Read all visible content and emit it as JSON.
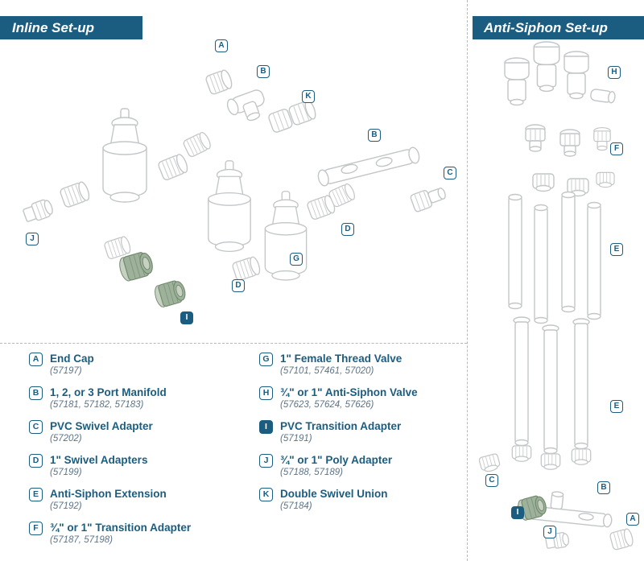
{
  "colors": {
    "accent": "#1a5d80",
    "highlight_green": "#9eb29b",
    "line_art": "#c2c6c8"
  },
  "banners": {
    "inline": "Inline Set-up",
    "anti_siphon": "Anti-Siphon Set-up"
  },
  "legend": {
    "left": [
      {
        "letter": "A",
        "name": "End Cap",
        "numbers": "(57197)",
        "filled": false
      },
      {
        "letter": "B",
        "name": "1, 2, or 3 Port Manifold",
        "numbers": "(57181, 57182, 57183)",
        "filled": false
      },
      {
        "letter": "C",
        "name": "PVC Swivel Adapter",
        "numbers": "(57202)",
        "filled": false
      },
      {
        "letter": "D",
        "name": "1\" Swivel Adapters",
        "numbers": "(57199)",
        "filled": false
      },
      {
        "letter": "E",
        "name": "Anti-Siphon Extension",
        "numbers": "(57192)",
        "filled": false
      },
      {
        "letter": "F",
        "name": "¾\" or 1\" Transition Adapter",
        "numbers": "(57187, 57198)",
        "filled": false
      }
    ],
    "right": [
      {
        "letter": "G",
        "name": "1\" Female Thread Valve",
        "numbers": "(57101, 57461, 57020)",
        "filled": false
      },
      {
        "letter": "H",
        "name": "¾\" or 1\" Anti-Siphon Valve",
        "numbers": "(57623, 57624, 57626)",
        "filled": false
      },
      {
        "letter": "I",
        "name": "PVC Transition Adapter",
        "numbers": "(57191)",
        "filled": true
      },
      {
        "letter": "J",
        "name": "¾\" or 1\" Poly Adapter",
        "numbers": "(57188, 57189)",
        "filled": false
      },
      {
        "letter": "K",
        "name": "Double Swivel Union",
        "numbers": "(57184)",
        "filled": false
      }
    ]
  },
  "callouts": {
    "inline": [
      {
        "letter": "A",
        "filled": false
      },
      {
        "letter": "B",
        "filled": false
      },
      {
        "letter": "K",
        "filled": false
      },
      {
        "letter": "B",
        "filled": false
      },
      {
        "letter": "C",
        "filled": false
      },
      {
        "letter": "D",
        "filled": false
      },
      {
        "letter": "G",
        "filled": false
      },
      {
        "letter": "D",
        "filled": false
      },
      {
        "letter": "I",
        "filled": true
      },
      {
        "letter": "J",
        "filled": false
      }
    ],
    "anti_siphon": [
      {
        "letter": "H",
        "filled": false
      },
      {
        "letter": "F",
        "filled": false
      },
      {
        "letter": "E",
        "filled": false
      },
      {
        "letter": "E",
        "filled": false
      },
      {
        "letter": "C",
        "filled": false
      },
      {
        "letter": "B",
        "filled": false
      },
      {
        "letter": "I",
        "filled": true
      },
      {
        "letter": "J",
        "filled": false
      },
      {
        "letter": "A",
        "filled": false
      }
    ]
  }
}
